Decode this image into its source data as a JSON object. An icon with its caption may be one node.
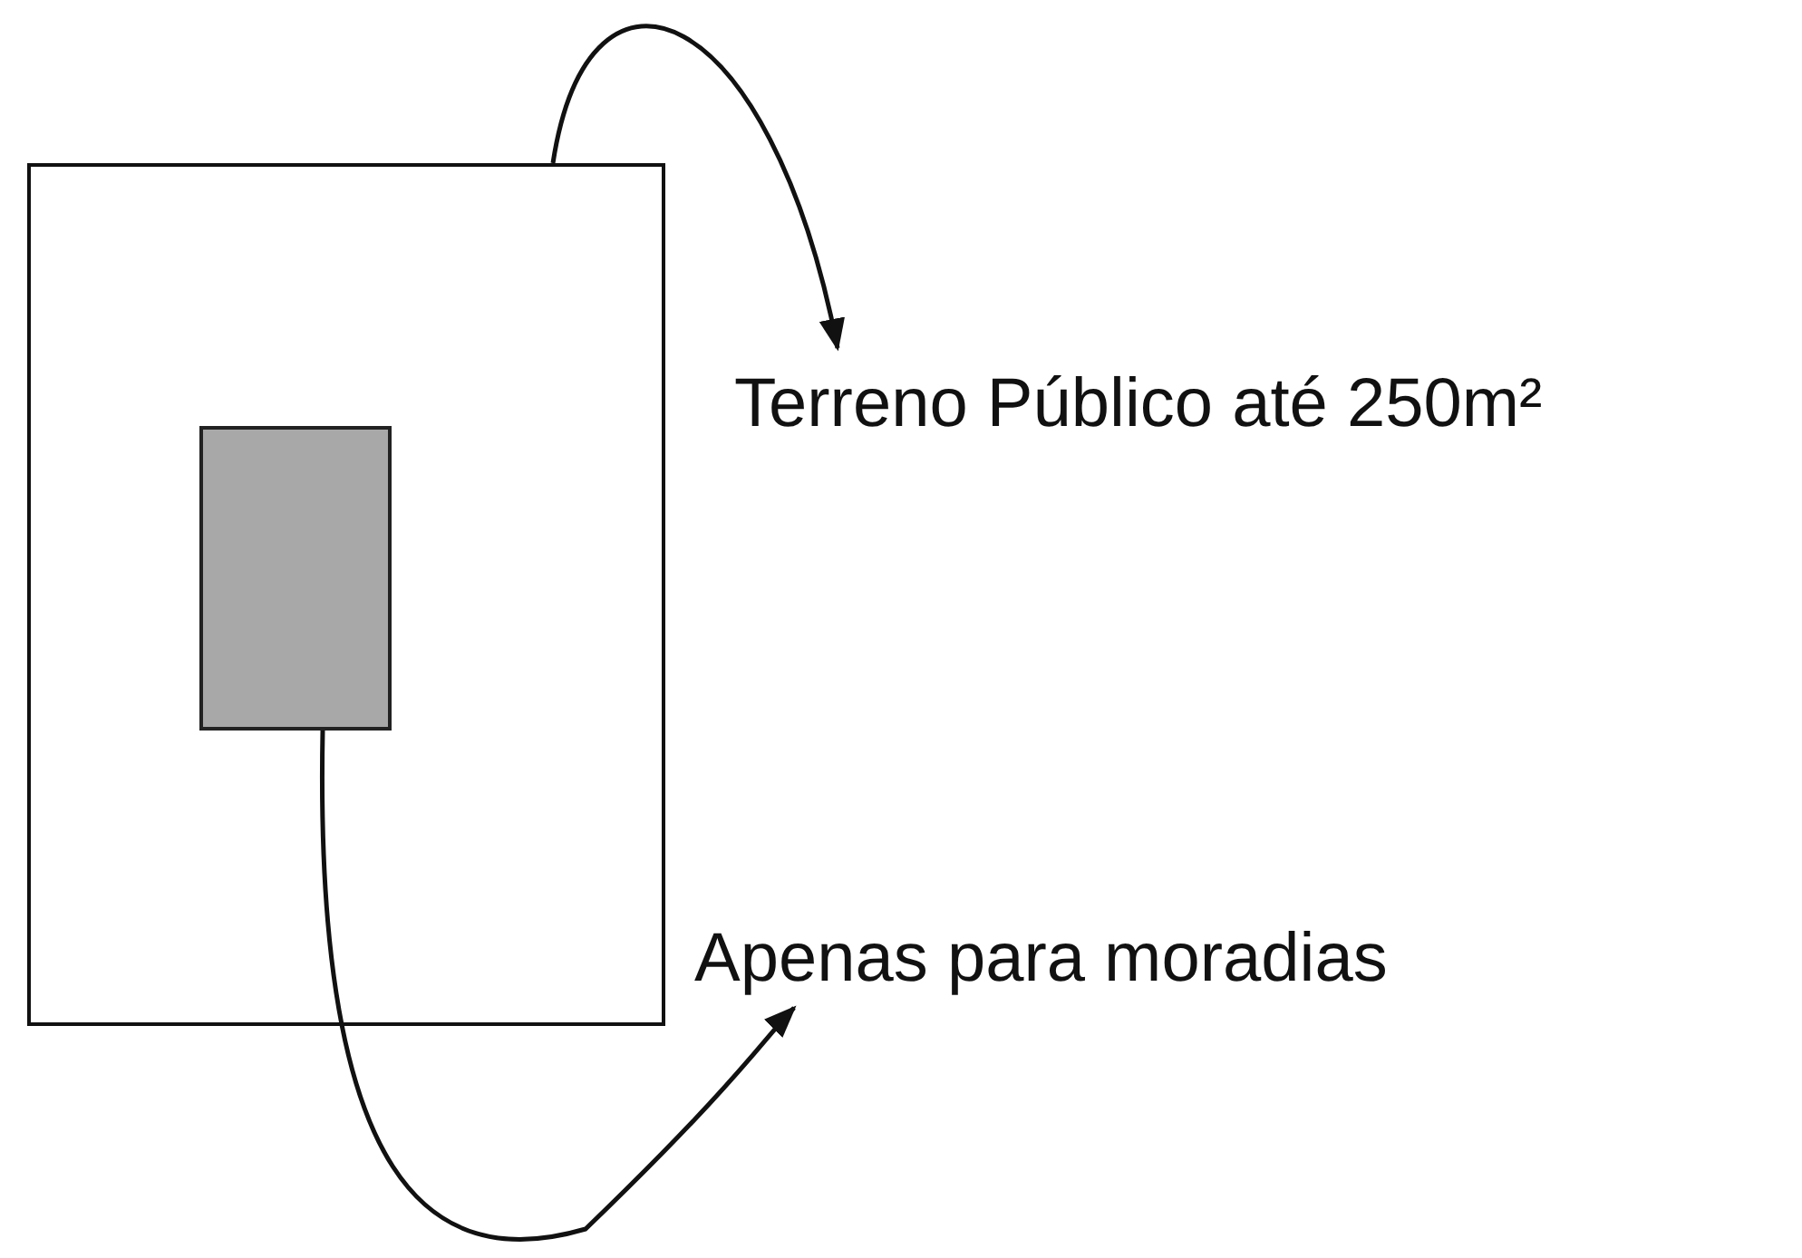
{
  "diagram": {
    "nodes": [
      {
        "text": [],
        "shape": "box"
      },
      {
        "text": [],
        "shape": "box",
        "in": 0
      },
      {
        "text": [
          "Terreno Público até 250m²"
        ]
      },
      {
        "text": [
          "Apenas para moradias"
        ]
      }
    ],
    "edges": [
      {
        "from": 0,
        "to": 2,
        "arrow": "to"
      },
      {
        "from": 1,
        "to": 3,
        "arrow": "to"
      }
    ]
  }
}
